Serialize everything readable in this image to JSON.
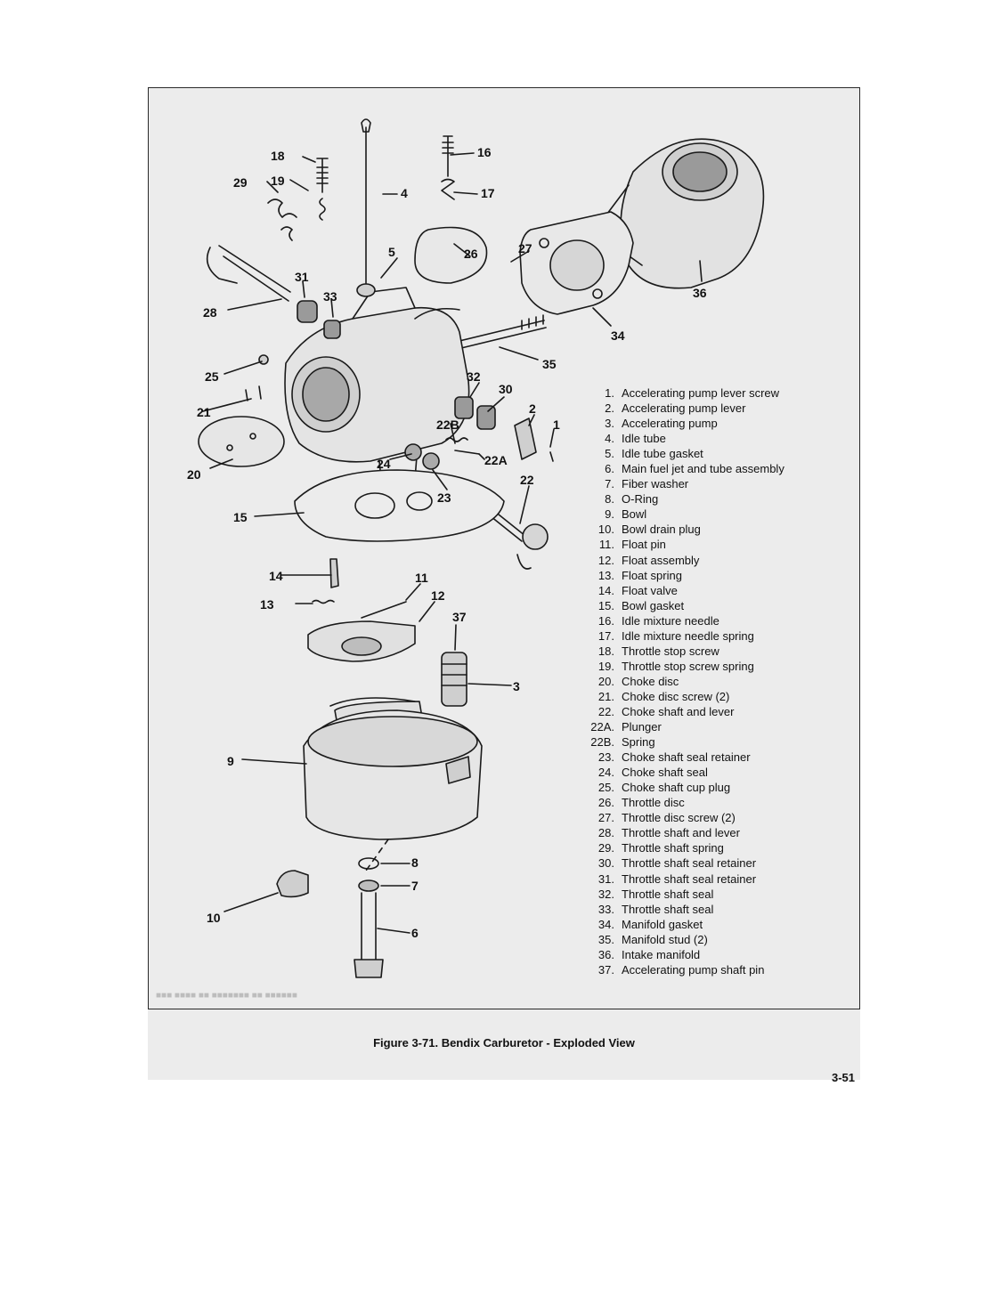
{
  "figure": {
    "caption": "Figure 3-71. Bendix Carburetor - Exploded View",
    "page_number": "3-51",
    "callouts": [
      "18",
      "16",
      "29",
      "19",
      "4",
      "17",
      "5",
      "26",
      "27",
      "31",
      "33",
      "28",
      "36",
      "34",
      "25",
      "35",
      "32",
      "30",
      "21",
      "2",
      "22B",
      "1",
      "20",
      "24",
      "22A",
      "23",
      "22",
      "15",
      "11",
      "14",
      "12",
      "13",
      "37",
      "3",
      "9",
      "8",
      "7",
      "10",
      "6"
    ],
    "legend": [
      {
        "num": "1.",
        "label": "Accelerating pump lever screw"
      },
      {
        "num": "2.",
        "label": "Accelerating pump lever"
      },
      {
        "num": "3.",
        "label": "Accelerating pump"
      },
      {
        "num": "4.",
        "label": "Idle tube"
      },
      {
        "num": "5.",
        "label": "Idle tube gasket"
      },
      {
        "num": "6.",
        "label": "Main fuel jet and tube assembly"
      },
      {
        "num": "7.",
        "label": "Fiber washer"
      },
      {
        "num": "8.",
        "label": "O-Ring"
      },
      {
        "num": "9.",
        "label": "Bowl"
      },
      {
        "num": "10.",
        "label": "Bowl drain plug"
      },
      {
        "num": "11.",
        "label": "Float pin"
      },
      {
        "num": "12.",
        "label": "Float assembly"
      },
      {
        "num": "13.",
        "label": "Float spring"
      },
      {
        "num": "14.",
        "label": "Float valve"
      },
      {
        "num": "15.",
        "label": "Bowl gasket"
      },
      {
        "num": "16.",
        "label": "Idle mixture needle"
      },
      {
        "num": "17.",
        "label": "Idle mixture needle spring"
      },
      {
        "num": "18.",
        "label": "Throttle stop screw"
      },
      {
        "num": "19.",
        "label": "Throttle stop screw spring"
      },
      {
        "num": "20.",
        "label": "Choke disc"
      },
      {
        "num": "21.",
        "label": "Choke disc screw (2)"
      },
      {
        "num": "22.",
        "label": "Choke shaft and lever"
      },
      {
        "num": "22A.",
        "label": "Plunger"
      },
      {
        "num": "22B.",
        "label": "Spring"
      },
      {
        "num": "23.",
        "label": "Choke shaft seal retainer"
      },
      {
        "num": "24.",
        "label": "Choke shaft seal"
      },
      {
        "num": "25.",
        "label": "Choke shaft cup plug"
      },
      {
        "num": "26.",
        "label": "Throttle disc"
      },
      {
        "num": "27.",
        "label": "Throttle disc screw (2)"
      },
      {
        "num": "28.",
        "label": "Throttle shaft and lever"
      },
      {
        "num": "29.",
        "label": "Throttle shaft spring"
      },
      {
        "num": "30.",
        "label": "Throttle shaft seal retainer"
      },
      {
        "num": "31.",
        "label": "Throttle shaft seal retainer"
      },
      {
        "num": "32.",
        "label": "Throttle shaft seal"
      },
      {
        "num": "33.",
        "label": "Throttle shaft seal"
      },
      {
        "num": "34.",
        "label": "Manifold gasket"
      },
      {
        "num": "35.",
        "label": "Manifold stud (2)"
      },
      {
        "num": "36.",
        "label": "Intake manifold"
      },
      {
        "num": "37.",
        "label": "Accelerating pump shaft pin"
      }
    ]
  }
}
